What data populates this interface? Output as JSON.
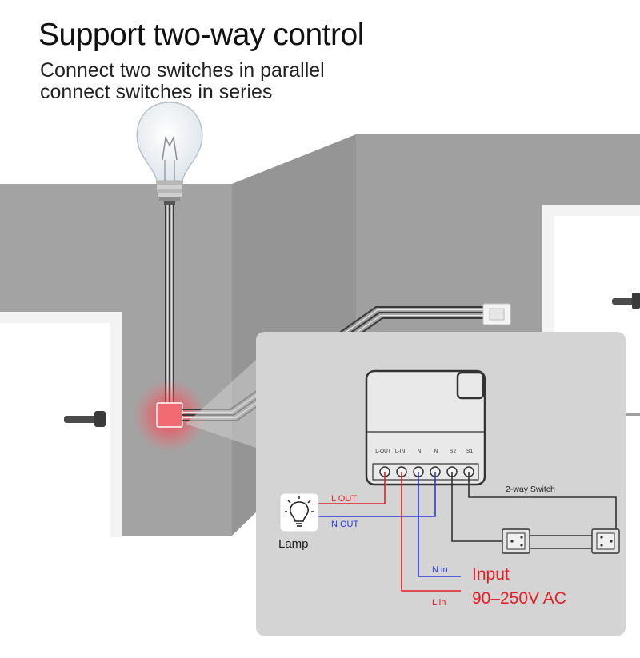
{
  "heading": {
    "title": "Support two-way control",
    "line1": "Connect two switches in parallel",
    "line2": "connect switches in series"
  },
  "module": {
    "terminals": [
      "L-OUT",
      "L-IN",
      "N",
      "N",
      "S2",
      "S1"
    ]
  },
  "wiring": {
    "l_out": "L  OUT",
    "n_out": "N OUT",
    "n_in": "N in",
    "l_in": "L in",
    "lamp": "Lamp",
    "switch": "2-way Switch",
    "input": "Input",
    "voltage": "90–250V AC"
  },
  "colors": {
    "live": "#e31e24",
    "neutral": "#2a3cd6",
    "switch_wire": "#333333",
    "wall": "#9c9c9c",
    "panel": "#d3d3d3"
  }
}
